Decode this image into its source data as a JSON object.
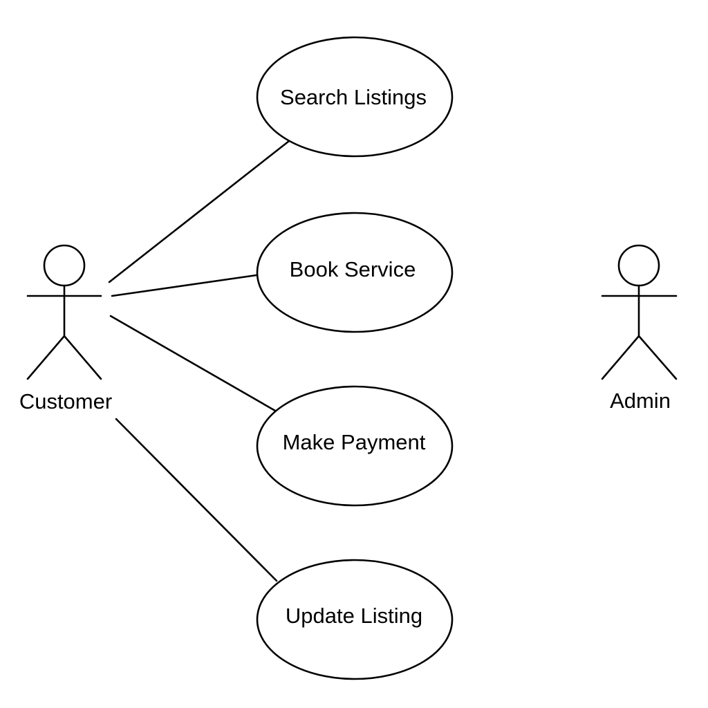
{
  "diagram": {
    "actors": [
      {
        "id": "customer",
        "name": "Customer"
      },
      {
        "id": "admin",
        "name": "Admin"
      }
    ],
    "use_cases": [
      {
        "id": "search",
        "label": "Search Listings"
      },
      {
        "id": "book",
        "label": "Book Service"
      },
      {
        "id": "payment",
        "label": "Make Payment"
      },
      {
        "id": "update",
        "label": "Update Listing"
      }
    ],
    "associations": [
      {
        "actor": "customer",
        "use_case": "search"
      },
      {
        "actor": "customer",
        "use_case": "book"
      },
      {
        "actor": "customer",
        "use_case": "payment"
      },
      {
        "actor": "customer",
        "use_case": "update"
      }
    ],
    "colors": {
      "line": "#000000",
      "background": "#ffffff"
    }
  }
}
